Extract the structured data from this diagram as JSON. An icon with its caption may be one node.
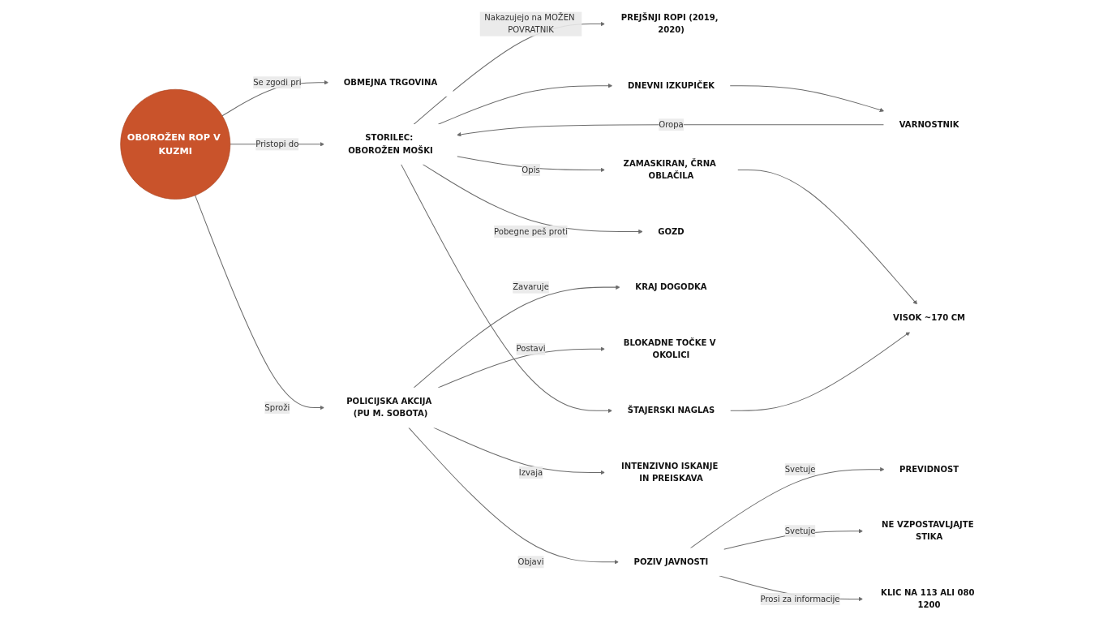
{
  "diagram": {
    "nodes": [
      {
        "text": [
          "OBOROŽEN ROP V KUZMI"
        ]
      },
      {
        "text": [
          "OBMEJNA TRGOVINA"
        ]
      },
      {
        "text": [
          "STORILEC: OBOROŽEN MOŠKI"
        ]
      },
      {
        "text": [
          "PREJŠNJI ROPI (2019, 2020)"
        ]
      },
      {
        "text": [
          "DNEVNI IZKUPIČEK"
        ]
      },
      {
        "text": [
          "VARNOSTNIK"
        ]
      },
      {
        "text": [
          "ZAMASKIRAN, ČRNA OBLAČILA"
        ]
      },
      {
        "text": [
          "VISOK ~170 CM"
        ]
      },
      {
        "text": [
          "ŠTAJERSKI NAGLAS"
        ]
      },
      {
        "text": [
          "GOZD"
        ]
      },
      {
        "text": [
          "POLICIJSKA AKCIJA (PU M. SOBOTA)"
        ]
      },
      {
        "text": [
          "KRAJ DOGODKA"
        ]
      },
      {
        "text": [
          "BLOKADNE TOČKE V OKOLICI"
        ]
      },
      {
        "text": [
          "INTENZIVNO ISKANJE IN PREISKAVA"
        ]
      },
      {
        "text": [
          "POZIV JAVNOSTI"
        ]
      },
      {
        "text": [
          "PREVIDNOST"
        ]
      },
      {
        "text": [
          "NE VZPOSTAVLJAJTE STIKA"
        ]
      },
      {
        "text": [
          "KLIC NA 113 ALI 080 1200"
        ]
      }
    ],
    "edges": [
      {
        "from": 0,
        "to": 1,
        "arrow": "to",
        "label": "Se zgodi pri"
      },
      {
        "from": 0,
        "to": 2,
        "arrow": "to",
        "label": "Pristopi do"
      },
      {
        "from": 0,
        "to": 10,
        "arrow": "to",
        "label": "Sproži"
      },
      {
        "from": 2,
        "to": 3,
        "arrow": "to",
        "label": "Nakazujejo na MOŽEN POVRATNIK"
      },
      {
        "from": 2,
        "to": 4,
        "arrow": "to"
      },
      {
        "from": 4,
        "to": 5,
        "arrow": "to"
      },
      {
        "from": 5,
        "to": 2,
        "arrow": "to",
        "label": "Oropa"
      },
      {
        "from": 2,
        "to": 6,
        "arrow": "to",
        "label": "Opis"
      },
      {
        "from": 6,
        "to": 7,
        "arrow": "to"
      },
      {
        "from": 2,
        "to": 8,
        "arrow": "to"
      },
      {
        "from": 8,
        "to": 7,
        "arrow": "to"
      },
      {
        "from": 2,
        "to": 9,
        "arrow": "to",
        "label": "Pobegne peš proti"
      },
      {
        "from": 10,
        "to": 11,
        "arrow": "to",
        "label": "Zavaruje"
      },
      {
        "from": 10,
        "to": 12,
        "arrow": "to",
        "label": "Postavi"
      },
      {
        "from": 10,
        "to": 13,
        "arrow": "to",
        "label": "Izvaja"
      },
      {
        "from": 10,
        "to": 14,
        "arrow": "to",
        "label": "Objavi"
      },
      {
        "from": 14,
        "to": 15,
        "arrow": "to",
        "label": "Svetuje"
      },
      {
        "from": 14,
        "to": 16,
        "arrow": "to",
        "label": "Svetuje"
      },
      {
        "from": 14,
        "to": 17,
        "arrow": "to",
        "label": "Prosi za informacije"
      }
    ]
  }
}
